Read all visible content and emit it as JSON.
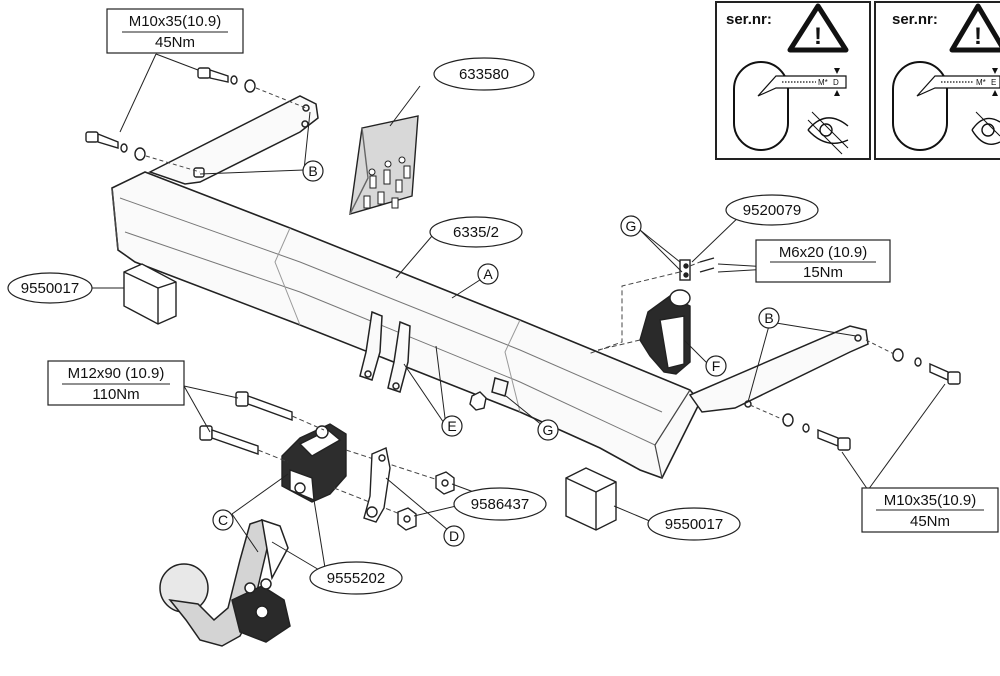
{
  "labels": {
    "spec_tl_line1": "M10x35(10.9)",
    "spec_tl_line2": "45Nm",
    "spec_ml_line1": "M12x90 (10.9)",
    "spec_ml_line2": "110Nm",
    "spec_mr_line1": "M6x20 (10.9)",
    "spec_mr_line2": "15Nm",
    "spec_br_line1": "M10x35(10.9)",
    "spec_br_line2": "45Nm",
    "part_633580": "633580",
    "part_6335_2": "6335/2",
    "part_9550017_left": "9550017",
    "part_9550017_right": "9550017",
    "part_9520079": "9520079",
    "part_9586437": "9586437",
    "part_9555202": "9555202",
    "letter_A": "A",
    "letter_B_top": "B",
    "letter_B_right": "B",
    "letter_C": "C",
    "letter_D": "D",
    "letter_E": "E",
    "letter_F": "F",
    "letter_G_left": "G",
    "letter_G_top": "G"
  },
  "serial_panels": {
    "title": "ser.nr:",
    "warning_symbol": "!",
    "marker_text_1": "M*",
    "marker_text_2": "D",
    "marker_text_3": "M*",
    "marker_text_4": "E"
  },
  "icons": [
    "warning-triangle-icon",
    "eye-icon"
  ]
}
